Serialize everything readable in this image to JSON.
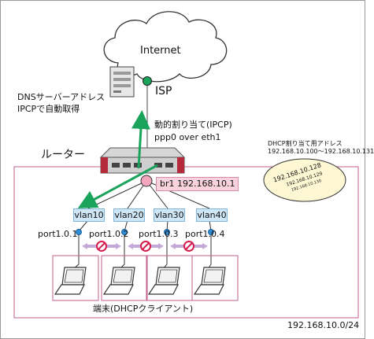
{
  "cloud": {
    "label": "Internet"
  },
  "isp": {
    "label": "ISP"
  },
  "dns_note": {
    "line1": "DNSサーバーアドレス",
    "line2": "IPCPで自動取得"
  },
  "ppp": {
    "line1": "動的割り当て(IPCP)",
    "line2": "ppp0 over eth1"
  },
  "router": {
    "label": "ルーター"
  },
  "dhcp_pool": {
    "title": "DHCP割り当て用アドレス",
    "range": "192.168.10.100～192.168.10.131",
    "samples": [
      "192.168.10.128",
      "192.168.10.129",
      "192.168.10.130"
    ]
  },
  "bridge": {
    "label": "br1 192.168.10.1"
  },
  "vlans": [
    "vlan10",
    "vlan20",
    "vlan30",
    "vlan40"
  ],
  "ports": [
    "port1.0.1",
    "port1.0.2",
    "port1.0.3",
    "port1.0.4"
  ],
  "terminals": {
    "label": "端末(DHCPクライアント)"
  },
  "subnet": {
    "label": "192.168.10.0/24"
  },
  "colors": {
    "accent_green": "#1aa35a",
    "lan_border": "#c15f8d",
    "link_blue": "#2f8fd6",
    "block_red": "#d61c4e"
  }
}
